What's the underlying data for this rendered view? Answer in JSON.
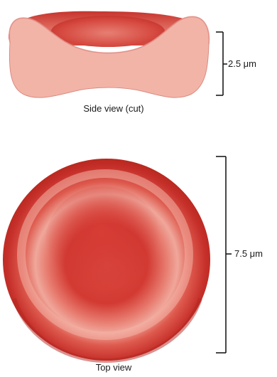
{
  "side_view": {
    "caption": "Side view (cut)",
    "measurement": "2.5 μm"
  },
  "top_view": {
    "caption": "Top view",
    "measurement": "7.5 μm"
  },
  "colors": {
    "cell_outer": "#c9302c",
    "cell_light": "#e98a80",
    "cut_face": "#f2b3a6",
    "bracket": "#1a1a1a"
  }
}
